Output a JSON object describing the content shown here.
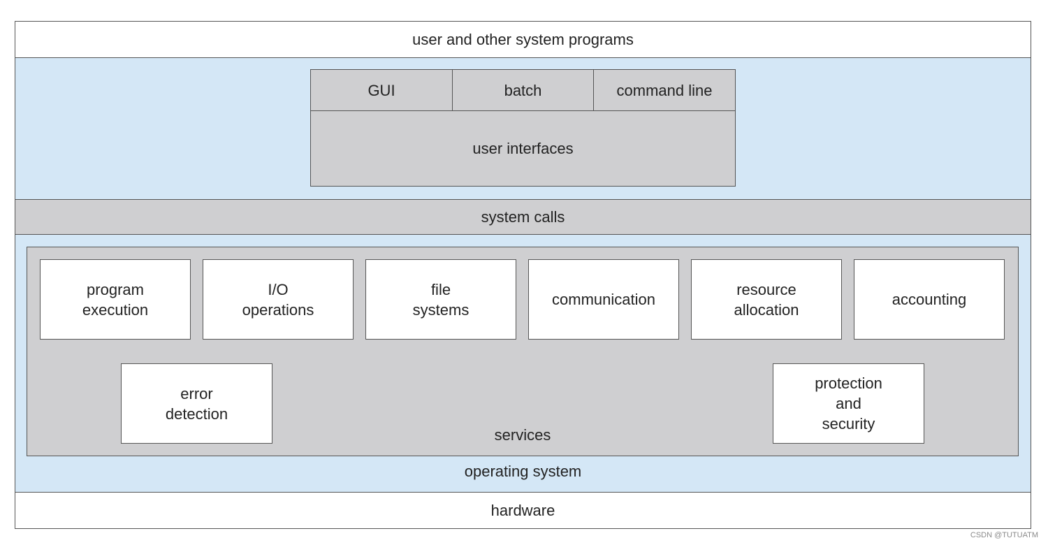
{
  "layers": {
    "top": "user and other system programs",
    "system_calls": "system calls",
    "operating_system": "operating system",
    "hardware": "hardware"
  },
  "user_interfaces": {
    "label": "user interfaces",
    "items": [
      "GUI",
      "batch",
      "command line"
    ]
  },
  "services": {
    "label": "services",
    "items": [
      "program\nexecution",
      "I/O\noperations",
      "file\nsystems",
      "communication",
      "resource\nallocation",
      "accounting",
      "error\ndetection",
      "protection\nand\nsecurity"
    ]
  },
  "watermark": "CSDN @TUTUATM",
  "colors": {
    "os_fill": "#d4e7f6",
    "gray_fill": "#cfcfd1",
    "white_fill": "#ffffff",
    "border": "#555555"
  }
}
